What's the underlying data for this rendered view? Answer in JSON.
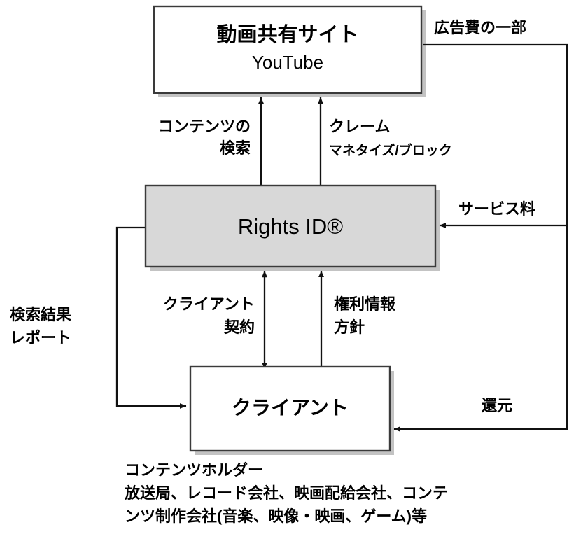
{
  "diagram": {
    "title_visible": false,
    "nodes": [
      {
        "id": "video-site",
        "label_primary": "動画共有サイト",
        "label_secondary": "YouTube",
        "fill": "#ffffff"
      },
      {
        "id": "rights-id",
        "label_primary": "Rights ID®",
        "fill": "#d8d8d8"
      },
      {
        "id": "client",
        "label_primary": "クライアント",
        "fill": "#ffffff"
      }
    ],
    "edges": [
      {
        "id": "content-search",
        "label_line1": "コンテンツの",
        "label_line2": "検索",
        "from": "rights-id",
        "to": "video-site",
        "direction": "up"
      },
      {
        "id": "claim",
        "label_line1": "クレーム",
        "label_line2": "マネタイズ/ブロック",
        "from": "rights-id",
        "to": "video-site",
        "direction": "up"
      },
      {
        "id": "ad-revenue-share",
        "label_line1": "広告費の一部",
        "from": "video-site",
        "to": "client",
        "direction": "right-down"
      },
      {
        "id": "service-fee",
        "label_line1": "サービス料",
        "from": "video-site",
        "to": "rights-id",
        "direction": "left"
      },
      {
        "id": "client-contract",
        "label_line1": "クライアント",
        "label_line2": "契約",
        "from": "rights-id",
        "to": "client",
        "direction": "both"
      },
      {
        "id": "rights-info-policy",
        "label_line1": "権利情報",
        "label_line2": "方針",
        "from": "client",
        "to": "rights-id",
        "direction": "up"
      },
      {
        "id": "search-result-report",
        "label_line1": "検索結果",
        "label_line2": "レポート",
        "from": "rights-id",
        "to": "client",
        "direction": "left-down"
      },
      {
        "id": "payback",
        "label_line1": "還元",
        "from": "video-site",
        "to": "client",
        "direction": "left"
      }
    ],
    "caption": {
      "line1": "コンテンツホルダー",
      "line2": "放送局、レコード会社、映画配給会社、コンテ",
      "line3": "ンツ制作会社(音楽、映像・映画、ゲーム)等"
    },
    "colors": {
      "line": "#111111",
      "box_stroke": "#3a3a3a",
      "box_fill_gray": "#d8d8d8",
      "box_fill_white": "#ffffff",
      "background": "#ffffff"
    }
  }
}
